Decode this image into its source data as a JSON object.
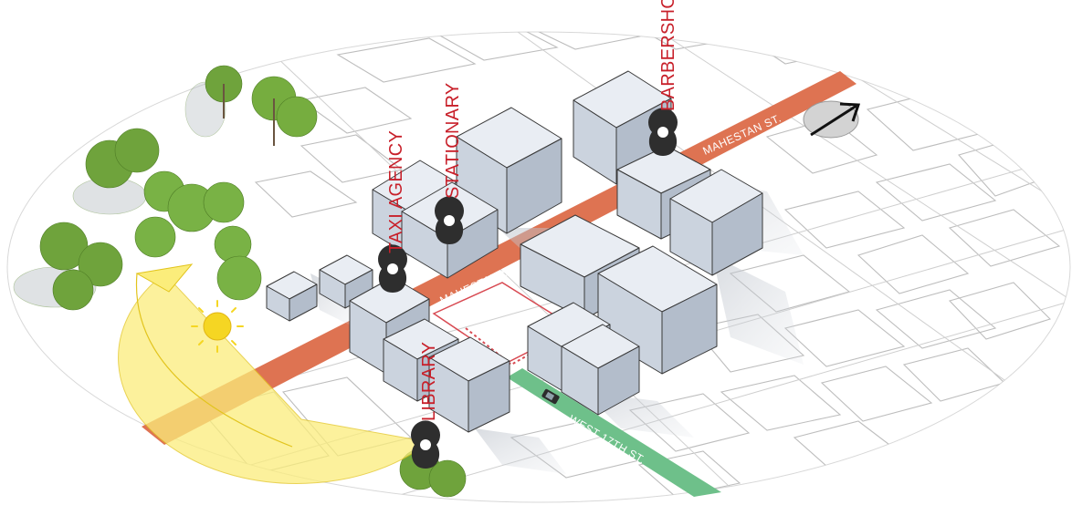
{
  "streets": {
    "main": "MAHESTAN ST.",
    "main_east": "MAHESTAN ST.",
    "south": "WEST 17TH ST."
  },
  "points_of_interest": [
    {
      "label": "TAXI AGENCY",
      "icon": "map-pin-icon"
    },
    {
      "label": "STATIONARY",
      "icon": "map-pin-icon"
    },
    {
      "label": "BARBERSHOP",
      "icon": "map-pin-icon"
    },
    {
      "label": "LIBRARY",
      "icon": "map-pin-icon"
    }
  ],
  "icons": {
    "north": "north-arrow-icon",
    "sun": "sun-icon",
    "sun_path": "sun-path-arc",
    "car": "car-icon",
    "tree": "tree-icon"
  },
  "colors": {
    "main_street": "#de7352",
    "south_street": "#6ec08a",
    "poi_text": "#c8202a",
    "pin": "#2e2e2e",
    "building_top": "#e9edf3",
    "building_left": "#cbd3de",
    "building_right": "#b3bdcb",
    "sun": "#f5d623",
    "sun_path": "#fbed7b",
    "site_outline": "#d84a52"
  }
}
